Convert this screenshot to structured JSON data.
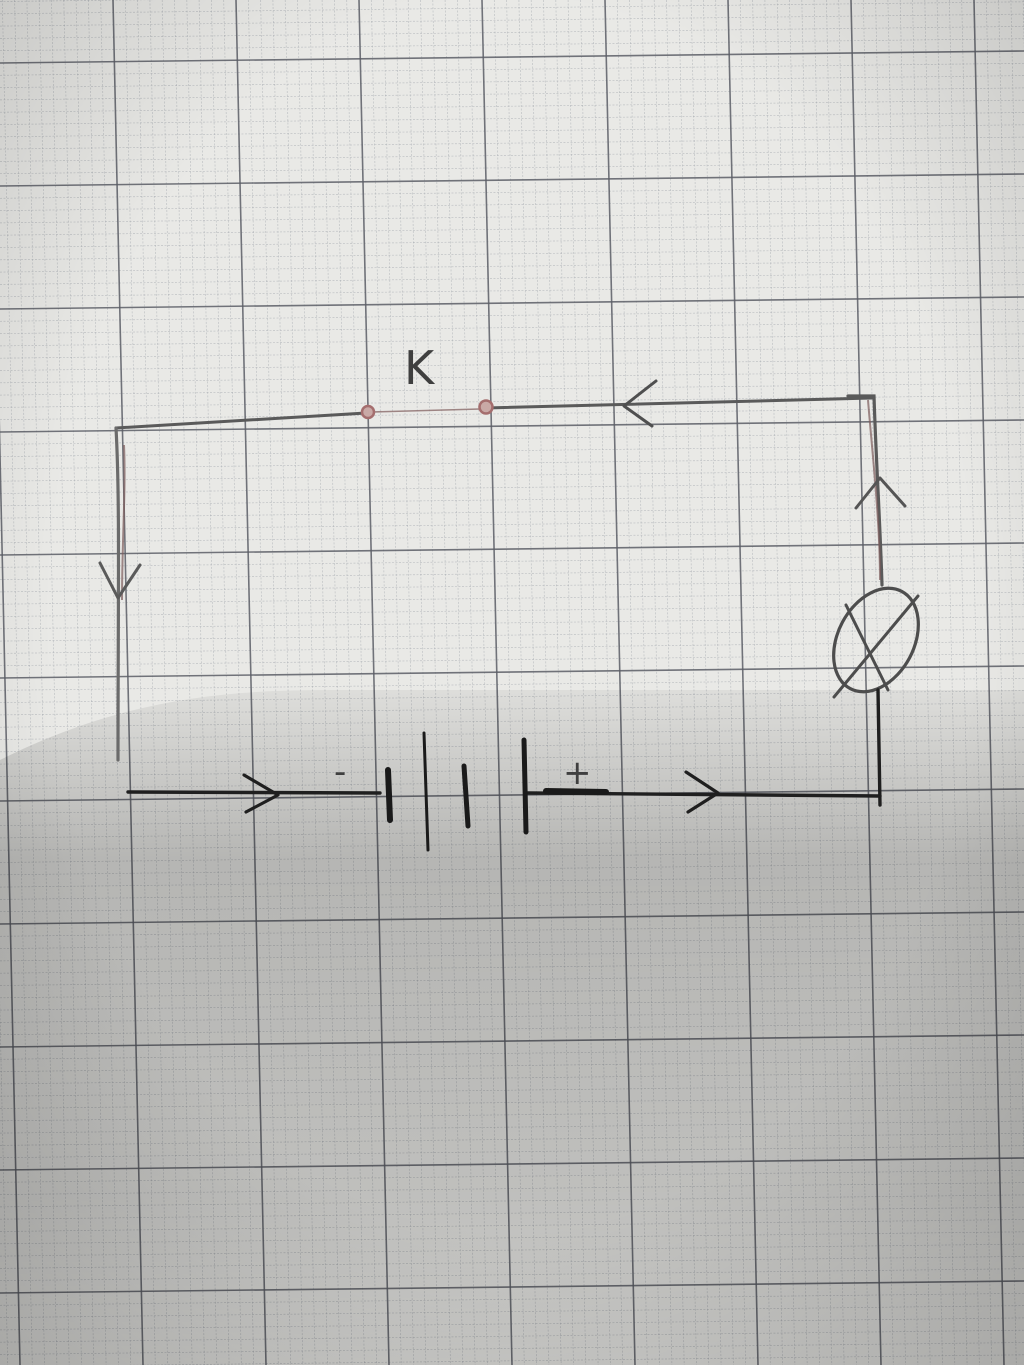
{
  "diagram": {
    "switch_label": "K",
    "battery_negative_label": "-",
    "battery_positive_label": "+"
  },
  "components": {
    "switch": "switch-open-contacts",
    "lamp": "lamp-circle-with-cross",
    "battery": "battery-multi-cell",
    "arrows": "current-direction-arrows"
  },
  "colors": {
    "paper": "#e9e9e6",
    "grid_major": "#5b5e66",
    "grid_minor": "#9ea3aa",
    "pencil": "#5a5a5a",
    "ink": "#1f1f1f",
    "contact": "#a56e6e"
  }
}
